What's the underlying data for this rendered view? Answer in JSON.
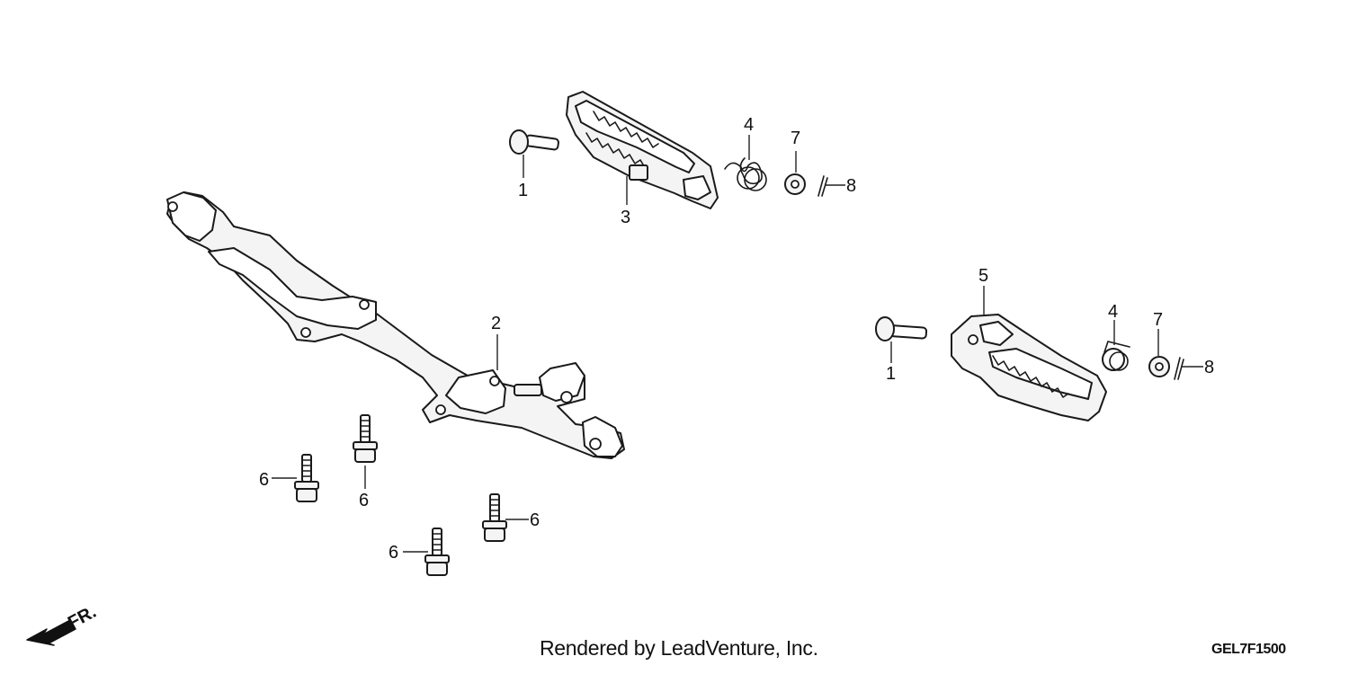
{
  "callouts": {
    "c1a": "1",
    "c3": "3",
    "c4a": "4",
    "c7a": "7",
    "c8a": "8",
    "c2": "2",
    "c5": "5",
    "c1b": "1",
    "c4b": "4",
    "c7b": "7",
    "c8b": "8",
    "c6a": "6",
    "c6b": "6",
    "c6c": "6",
    "c6d": "6"
  },
  "front_indicator": "FR.",
  "credit": "Rendered by LeadVenture, Inc.",
  "diagram_code": "GEL7F1500",
  "icons": {
    "front": "front-direction-arrow-icon"
  }
}
